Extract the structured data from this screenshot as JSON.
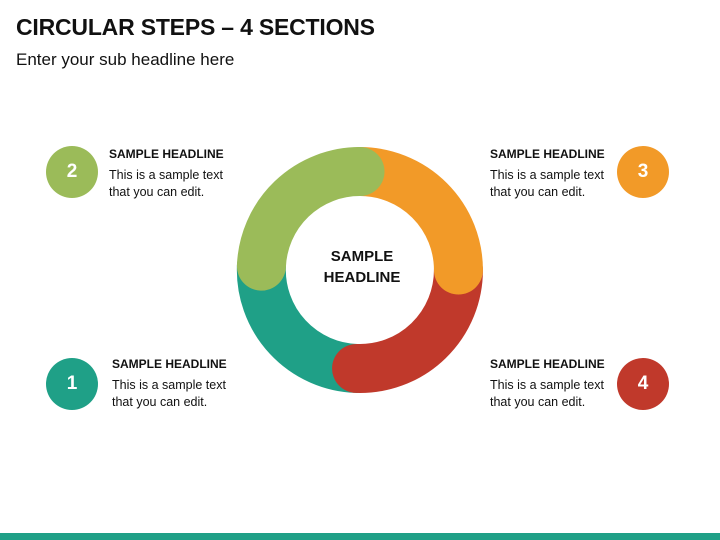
{
  "title": "CIRCULAR STEPS – 4 SECTIONS",
  "subtitle": "Enter your sub headline here",
  "center": {
    "line1": "SAMPLE",
    "line2": "HEADLINE"
  },
  "colors": {
    "step1": "#1fa087",
    "step2": "#9bbb59",
    "step3": "#f29a28",
    "step4": "#c0392b",
    "bar": "#1fa087"
  },
  "steps": [
    {
      "number": "1",
      "headline": "SAMPLE HEADLINE",
      "line1": "This is a sample text",
      "line2": "that you can edit."
    },
    {
      "number": "2",
      "headline": "SAMPLE HEADLINE",
      "line1": "This is a sample text",
      "line2": "that you can edit."
    },
    {
      "number": "3",
      "headline": "SAMPLE HEADLINE",
      "line1": "This is a sample text",
      "line2": "that you can edit."
    },
    {
      "number": "4",
      "headline": "SAMPLE HEADLINE",
      "line1": "This is a sample text",
      "line2": "that you can edit."
    }
  ]
}
